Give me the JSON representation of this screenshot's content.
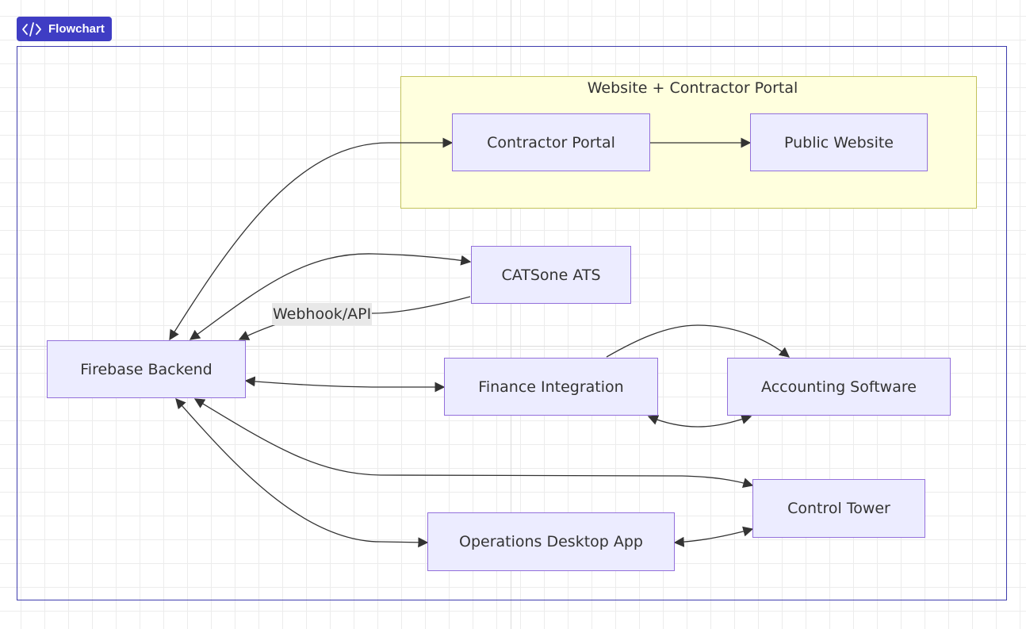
{
  "badge": {
    "icon": "code-icon",
    "label": "Flowchart",
    "color": "#3f3dc4"
  },
  "subgraph": {
    "title": "Website + Contractor Portal",
    "fill": "#ffffde",
    "stroke": "#c3c35a"
  },
  "nodes": {
    "contractor_portal": "Contractor Portal",
    "public_website": "Public Website",
    "catsone_ats": "CATSone ATS",
    "firebase_backend": "Firebase Backend",
    "finance_integration": "Finance Integration",
    "accounting_software": "Accounting Software",
    "control_tower": "Control Tower",
    "operations_desktop_app": "Operations Desktop App"
  },
  "node_style": {
    "fill": "#ececff",
    "stroke": "#9370db"
  },
  "edges": [
    {
      "from": "Firebase Backend",
      "to": "Contractor Portal",
      "direction": "both"
    },
    {
      "from": "Contractor Portal",
      "to": "Public Website",
      "direction": "forward"
    },
    {
      "from": "Firebase Backend",
      "to": "CATSone ATS",
      "direction": "both"
    },
    {
      "from": "CATSone ATS",
      "to": "Firebase Backend",
      "direction": "forward",
      "label": "Webhook/API"
    },
    {
      "from": "Firebase Backend",
      "to": "Finance Integration",
      "direction": "both"
    },
    {
      "from": "Finance Integration",
      "to": "Accounting Software",
      "direction": "forward"
    },
    {
      "from": "Finance Integration",
      "to": "Accounting Software",
      "direction": "both"
    },
    {
      "from": "Firebase Backend",
      "to": "Control Tower",
      "direction": "both"
    },
    {
      "from": "Firebase Backend",
      "to": "Operations Desktop App",
      "direction": "both"
    },
    {
      "from": "Operations Desktop App",
      "to": "Control Tower",
      "direction": "both"
    }
  ]
}
